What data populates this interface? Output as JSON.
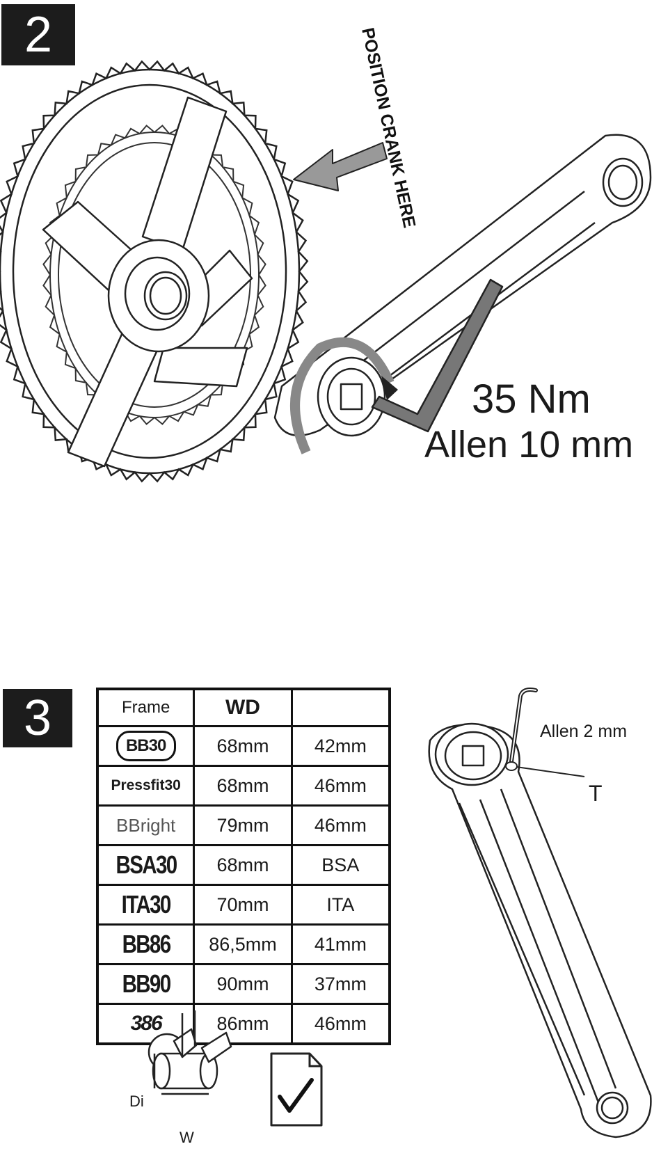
{
  "step2": {
    "number": "2",
    "callout": "POSITION CRANK HERE",
    "torque": "35 Nm",
    "tool": "Allen 10 mm"
  },
  "step3": {
    "number": "3",
    "table": {
      "headers": [
        "Frame",
        "WD",
        ""
      ],
      "rows": [
        {
          "frame": "BB30",
          "w": "68mm",
          "d": "42mm"
        },
        {
          "frame": "Pressfit30",
          "w": "68mm",
          "d": "46mm"
        },
        {
          "frame": "BBright",
          "w": "79mm",
          "d": "46mm"
        },
        {
          "frame": "BSA30",
          "w": "68mm",
          "d": "BSA"
        },
        {
          "frame": "ITA30",
          "w": "70mm",
          "d": "ITA"
        },
        {
          "frame": "BB86",
          "w": "86,5mm",
          "d": "41mm"
        },
        {
          "frame": "BB90",
          "w": "90mm",
          "d": "37mm"
        },
        {
          "frame": "386",
          "w": "86mm",
          "d": "46mm"
        }
      ]
    },
    "tool": "Allen 2 mm",
    "screw_label": "T",
    "dim_di": "Di",
    "dim_w": "W"
  }
}
